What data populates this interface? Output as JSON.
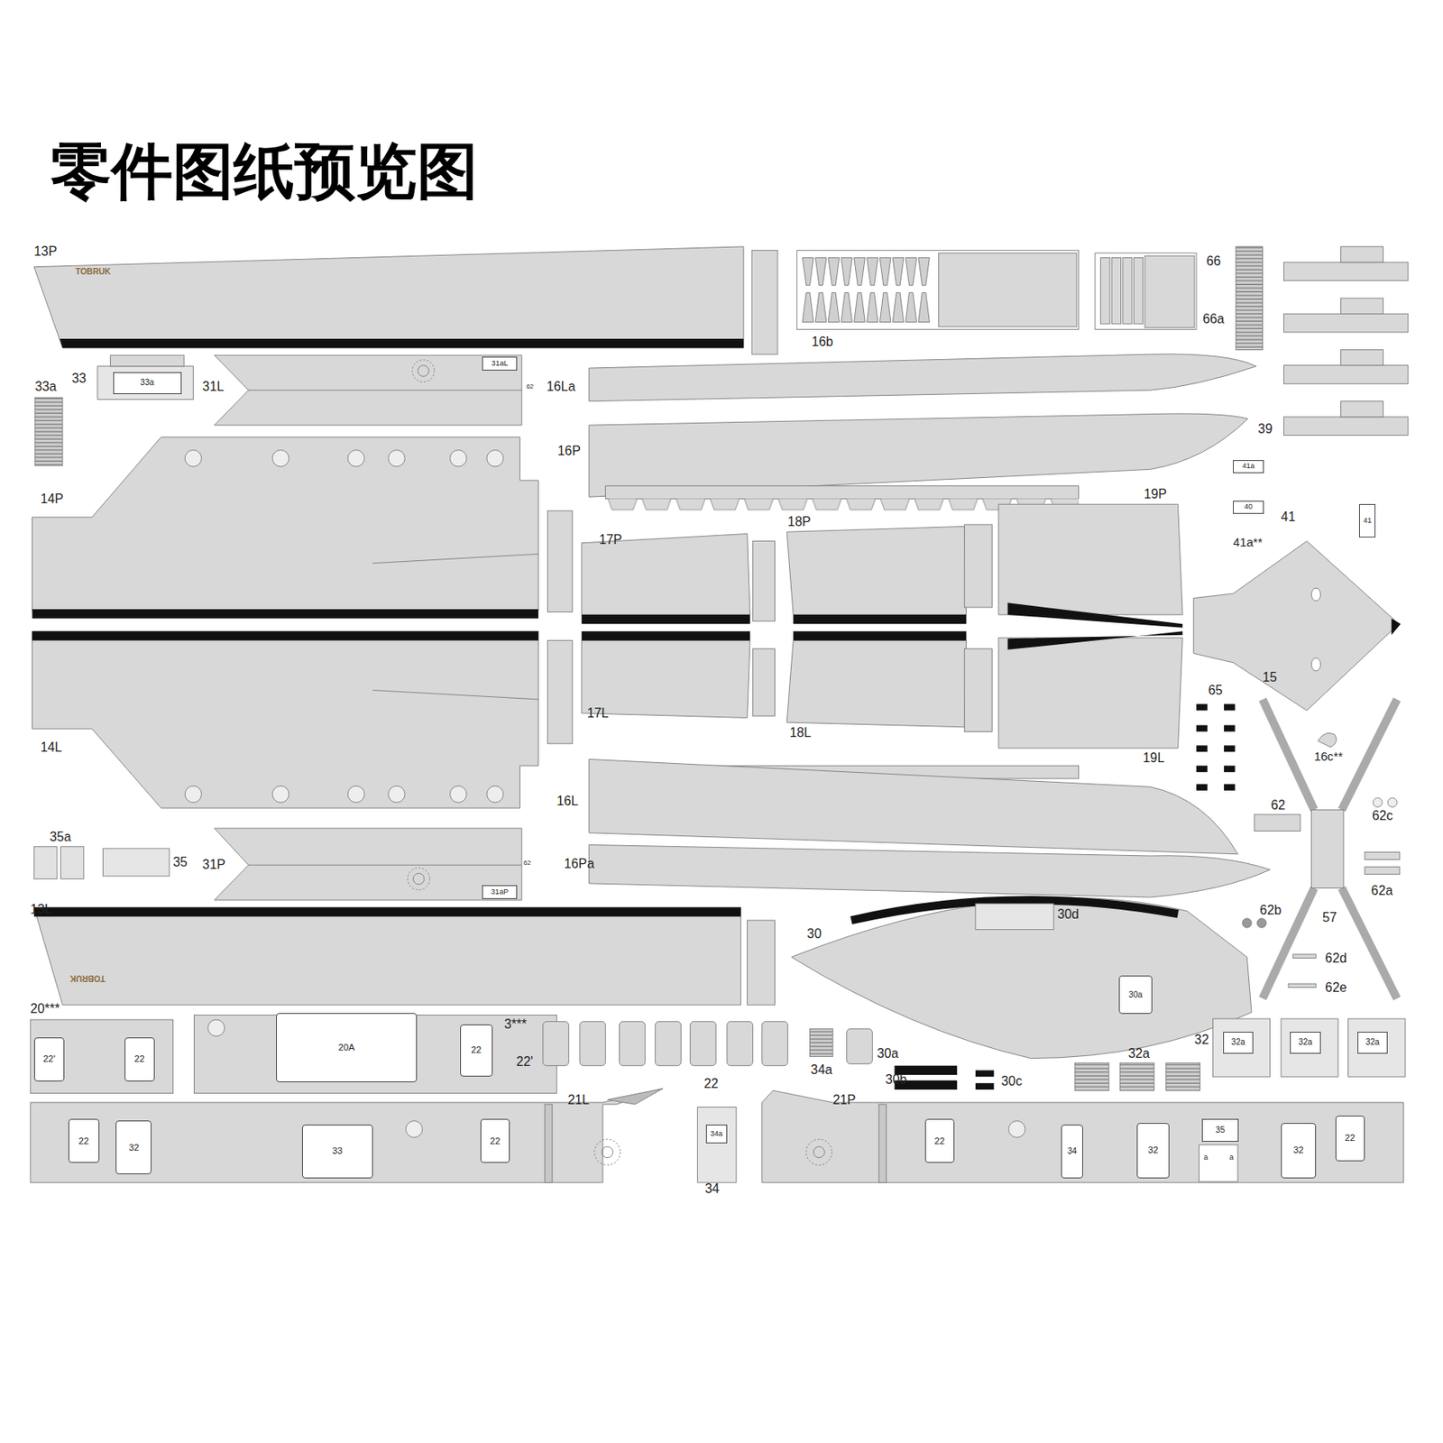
{
  "diagram": {
    "title": "零件图纸预览图",
    "nodes": [
      {
        "text": [
          "33a"
        ]
      },
      {
        "text": [
          "31aL"
        ]
      },
      {
        "text": [
          "41a"
        ]
      },
      {
        "text": [
          "40"
        ]
      },
      {
        "text": [
          "41"
        ]
      },
      {
        "text": [
          "31aP"
        ]
      },
      {
        "text": [
          "30a"
        ]
      },
      {
        "text": [
          "22'"
        ]
      },
      {
        "text": [
          "22"
        ]
      },
      {
        "text": [
          "20A"
        ]
      },
      {
        "text": [
          "22"
        ]
      },
      {
        "text": [
          "32a"
        ]
      },
      {
        "text": [
          "32a"
        ]
      },
      {
        "text": [
          "32a"
        ]
      },
      {
        "text": [
          "22"
        ]
      },
      {
        "text": [
          "32"
        ]
      },
      {
        "text": [
          "33"
        ]
      },
      {
        "text": [
          "22"
        ]
      },
      {
        "text": [
          "34a"
        ]
      },
      {
        "text": [
          "22"
        ]
      },
      {
        "text": [
          "34"
        ]
      },
      {
        "text": [
          "32"
        ]
      },
      {
        "text": [
          "35"
        ]
      },
      {
        "text": [
          "32"
        ]
      },
      {
        "text": [
          "22"
        ]
      }
    ],
    "labels": [
      "13P",
      "TOBRUK",
      "33a",
      "33",
      "31L",
      "62",
      "16b",
      "66",
      "66a",
      "16La",
      "39",
      "16P",
      "14P",
      "19P",
      "18P",
      "41",
      "17P",
      "41a**",
      "15",
      "65",
      "17L",
      "18L",
      "14L",
      "19L",
      "16c**",
      "16L",
      "62",
      "62c",
      "35a",
      "35",
      "31P",
      "62",
      "16Pa",
      "62a",
      "13L",
      "62b",
      "30d",
      "57",
      "30",
      "62d",
      "62e",
      "TOBRUK",
      "20***",
      "3***",
      "30a",
      "22'",
      "34a",
      "30b",
      "30c",
      "32a",
      "32",
      "22",
      "21L",
      "21P",
      "a",
      "a",
      "34"
    ]
  }
}
